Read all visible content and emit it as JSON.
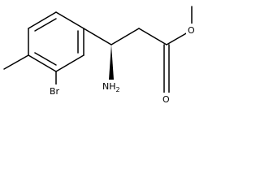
{
  "structure": {
    "atoms": {
      "bromine": "Br",
      "amine": "NH",
      "amine_subscript": "2",
      "ester_oxygen": "O",
      "carbonyl_oxygen": "O"
    },
    "colors": {
      "bond": "#000000",
      "background": "#ffffff"
    }
  }
}
